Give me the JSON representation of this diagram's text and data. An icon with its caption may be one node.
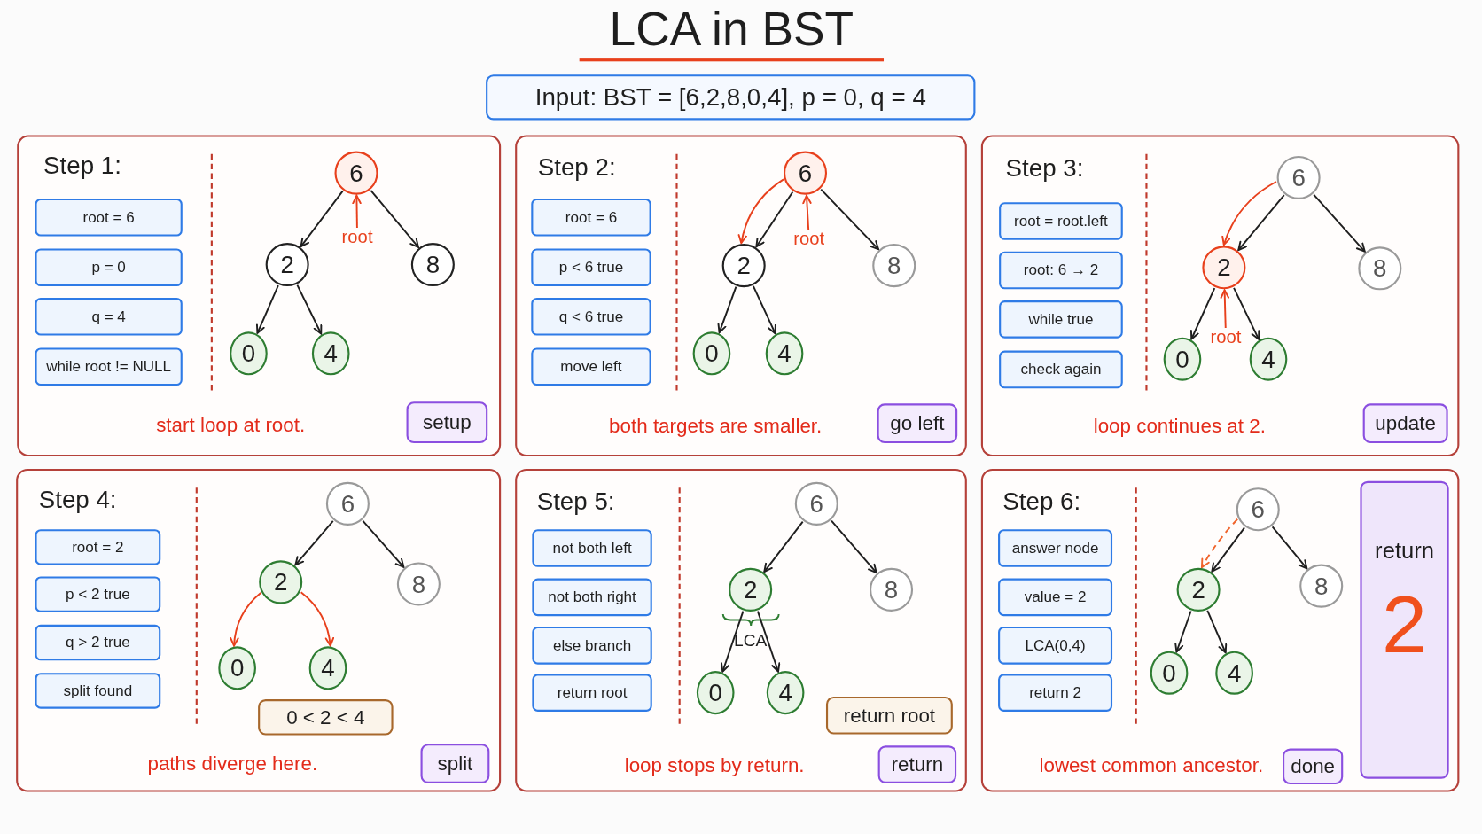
{
  "diagram": {
    "title": "LCA in BST",
    "nodes": [
      {
        "text": [
          "Input: BST = [6,2,8,0,4], p = 0, q = 4"
        ]
      },
      {
        "text": [
          "Step 1:",
          "start loop at root."
        ]
      },
      {
        "text": [
          "root = 6"
        ],
        "in": 1
      },
      {
        "text": [
          "p = 0"
        ],
        "in": 1
      },
      {
        "text": [
          "q = 4"
        ],
        "in": 1
      },
      {
        "text": [
          "while root != NULL"
        ],
        "in": 1
      },
      {
        "text": [
          "6"
        ],
        "in": 1
      },
      {
        "text": [
          "2"
        ],
        "in": 1
      },
      {
        "text": [
          "8"
        ],
        "in": 1
      },
      {
        "text": [
          "0"
        ],
        "in": 1
      },
      {
        "text": [
          "4"
        ],
        "in": 1
      },
      {
        "text": [
          "root"
        ],
        "in": 1
      },
      {
        "text": [
          "setup"
        ],
        "in": 1
      },
      {
        "text": [
          "Step 2:",
          "both targets are smaller."
        ]
      },
      {
        "text": [
          "root = 6"
        ],
        "in": 13
      },
      {
        "text": [
          "p < 6 true"
        ],
        "in": 13
      },
      {
        "text": [
          "q < 6 true"
        ],
        "in": 13
      },
      {
        "text": [
          "move left"
        ],
        "in": 13
      },
      {
        "text": [
          "6"
        ],
        "in": 13
      },
      {
        "text": [
          "2"
        ],
        "in": 13
      },
      {
        "text": [
          "8"
        ],
        "in": 13
      },
      {
        "text": [
          "0"
        ],
        "in": 13
      },
      {
        "text": [
          "4"
        ],
        "in": 13
      },
      {
        "text": [
          "root"
        ],
        "in": 13
      },
      {
        "text": [
          "go left"
        ],
        "in": 13
      },
      {
        "text": [
          "Step 3:",
          "loop continues at 2."
        ]
      },
      {
        "text": [
          "root = root.left"
        ],
        "in": 25
      },
      {
        "text": [
          "root: 6 → 2"
        ],
        "in": 25
      },
      {
        "text": [
          "while true"
        ],
        "in": 25
      },
      {
        "text": [
          "check again"
        ],
        "in": 25
      },
      {
        "text": [
          "6"
        ],
        "in": 25
      },
      {
        "text": [
          "2"
        ],
        "in": 25
      },
      {
        "text": [
          "8"
        ],
        "in": 25
      },
      {
        "text": [
          "0"
        ],
        "in": 25
      },
      {
        "text": [
          "4"
        ],
        "in": 25
      },
      {
        "text": [
          "root"
        ],
        "in": 25
      },
      {
        "text": [
          "update"
        ],
        "in": 25
      },
      {
        "text": [
          "Step 4:",
          "paths diverge here."
        ]
      },
      {
        "text": [
          "root = 2"
        ],
        "in": 37
      },
      {
        "text": [
          "p < 2 true"
        ],
        "in": 37
      },
      {
        "text": [
          "q > 2 true"
        ],
        "in": 37
      },
      {
        "text": [
          "split found"
        ],
        "in": 37
      },
      {
        "text": [
          "6"
        ],
        "in": 37
      },
      {
        "text": [
          "2"
        ],
        "in": 37
      },
      {
        "text": [
          "8"
        ],
        "in": 37
      },
      {
        "text": [
          "0"
        ],
        "in": 37
      },
      {
        "text": [
          "4"
        ],
        "in": 37
      },
      {
        "text": [
          "0 < 2 < 4"
        ],
        "in": 37
      },
      {
        "text": [
          "split"
        ],
        "in": 37
      },
      {
        "text": [
          "Step 5:",
          "loop stops by return."
        ]
      },
      {
        "text": [
          "not both left"
        ],
        "in": 49
      },
      {
        "text": [
          "not both right"
        ],
        "in": 49
      },
      {
        "text": [
          "else branch"
        ],
        "in": 49
      },
      {
        "text": [
          "return root"
        ],
        "in": 49
      },
      {
        "text": [
          "6"
        ],
        "in": 49
      },
      {
        "text": [
          "2"
        ],
        "in": 49,
        "beside": [
          "LCA"
        ]
      },
      {
        "text": [
          "8"
        ],
        "in": 49
      },
      {
        "text": [
          "0"
        ],
        "in": 49
      },
      {
        "text": [
          "4"
        ],
        "in": 49
      },
      {
        "text": [
          "return root"
        ],
        "in": 49
      },
      {
        "text": [
          "return"
        ],
        "in": 49
      },
      {
        "text": [
          "Step 6:",
          "lowest common ancestor."
        ]
      },
      {
        "text": [
          "answer node"
        ],
        "in": 61
      },
      {
        "text": [
          "value = 2"
        ],
        "in": 61
      },
      {
        "text": [
          "LCA(0,4)"
        ],
        "in": 61
      },
      {
        "text": [
          "return 2"
        ],
        "in": 61
      },
      {
        "text": [
          "6"
        ],
        "in": 61
      },
      {
        "text": [
          "2"
        ],
        "in": 61
      },
      {
        "text": [
          "8"
        ],
        "in": 61
      },
      {
        "text": [
          "0"
        ],
        "in": 61
      },
      {
        "text": [
          "4"
        ],
        "in": 61
      },
      {
        "text": [
          "done"
        ],
        "in": 61
      },
      {
        "text": [
          "return",
          "2"
        ],
        "in": 61
      }
    ],
    "edges": [
      {
        "from": 6,
        "to": 7,
        "arrow": "to"
      },
      {
        "from": 6,
        "to": 8,
        "arrow": "to"
      },
      {
        "from": 7,
        "to": 9,
        "arrow": "to"
      },
      {
        "from": 7,
        "to": 10,
        "arrow": "to"
      },
      {
        "from": 11,
        "to": 6,
        "arrow": "to",
        "color": "#e8401c"
      },
      {
        "from": 18,
        "to": 19,
        "arrow": "to"
      },
      {
        "from": 18,
        "to": 20,
        "arrow": "to"
      },
      {
        "from": 19,
        "to": 21,
        "arrow": "to"
      },
      {
        "from": 19,
        "to": 22,
        "arrow": "to"
      },
      {
        "from": 18,
        "to": 19,
        "arrow": "to",
        "color": "#e8401c"
      },
      {
        "from": 23,
        "to": 18,
        "arrow": "to",
        "color": "#e8401c"
      },
      {
        "from": 30,
        "to": 31,
        "arrow": "to"
      },
      {
        "from": 30,
        "to": 32,
        "arrow": "to"
      },
      {
        "from": 31,
        "to": 33,
        "arrow": "to"
      },
      {
        "from": 31,
        "to": 34,
        "arrow": "to"
      },
      {
        "from": 30,
        "to": 31,
        "arrow": "to",
        "color": "#e8401c"
      },
      {
        "from": 35,
        "to": 31,
        "arrow": "to",
        "color": "#e8401c"
      },
      {
        "from": 42,
        "to": 43,
        "arrow": "to"
      },
      {
        "from": 42,
        "to": 44,
        "arrow": "to"
      },
      {
        "from": 43,
        "to": 45,
        "arrow": "to",
        "color": "#e8401c"
      },
      {
        "from": 43,
        "to": 46,
        "arrow": "to",
        "color": "#e8401c"
      },
      {
        "from": 54,
        "to": 55,
        "arrow": "to"
      },
      {
        "from": 54,
        "to": 56,
        "arrow": "to"
      },
      {
        "from": 55,
        "to": 57,
        "arrow": "to"
      },
      {
        "from": 55,
        "to": 58,
        "arrow": "to"
      },
      {
        "from": 66,
        "to": 67,
        "arrow": "to"
      },
      {
        "from": 66,
        "to": 68,
        "arrow": "to"
      },
      {
        "from": 67,
        "to": 69,
        "arrow": "to"
      },
      {
        "from": 67,
        "to": 70,
        "arrow": "to"
      },
      {
        "from": 66,
        "to": 67,
        "arrow": "to",
        "style": "dashed",
        "color": "#f0642c"
      }
    ]
  }
}
